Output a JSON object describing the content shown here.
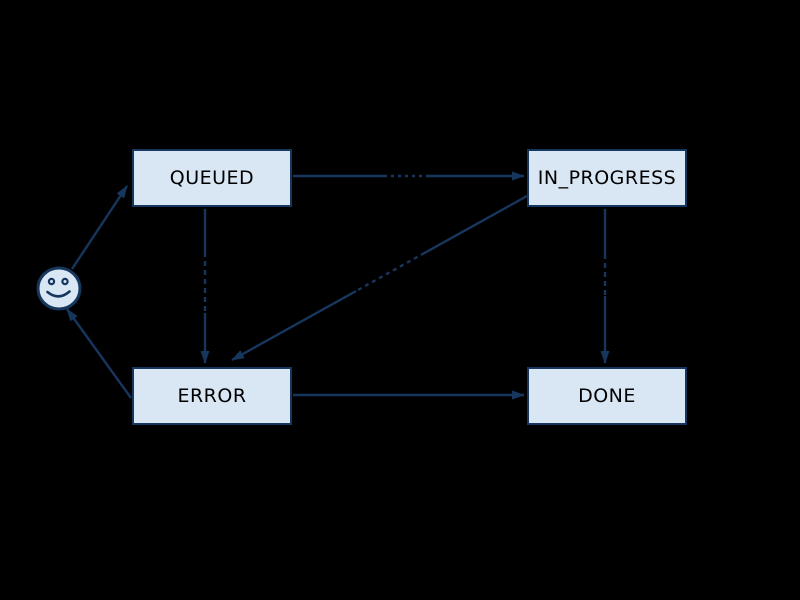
{
  "diagram": {
    "kind": "state-machine-diagram",
    "background_color": "#000000",
    "node_fill_color": "#d9e7f5",
    "node_border_color": "#17365d",
    "edge_color": "#17365d",
    "node_text_color": "#000000",
    "nodes": [
      {
        "id": "start",
        "kind": "initial-smiley",
        "label": ""
      },
      {
        "id": "queued",
        "kind": "state",
        "label": "QUEUED"
      },
      {
        "id": "in_progress",
        "kind": "state",
        "label": "IN_PROGRESS"
      },
      {
        "id": "error",
        "kind": "state",
        "label": "ERROR"
      },
      {
        "id": "done",
        "kind": "state",
        "label": "DONE"
      }
    ],
    "edges": [
      {
        "from": "start",
        "to": "queued"
      },
      {
        "from": "queued",
        "to": "in_progress"
      },
      {
        "from": "queued",
        "to": "error"
      },
      {
        "from": "in_progress",
        "to": "error"
      },
      {
        "from": "in_progress",
        "to": "done"
      },
      {
        "from": "error",
        "to": "done"
      },
      {
        "from": "error",
        "to": "start"
      }
    ]
  }
}
